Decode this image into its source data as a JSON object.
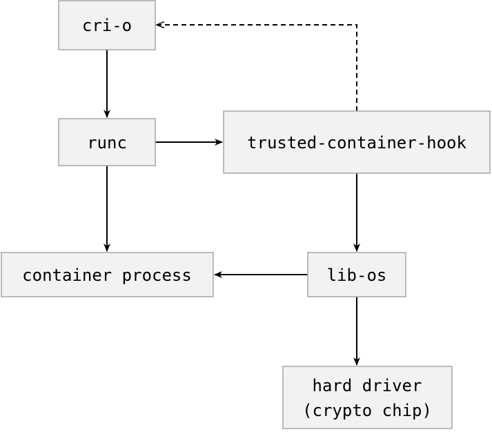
{
  "nodes": {
    "crio": "cri-o",
    "runc": "runc",
    "hook": "trusted-container-hook",
    "container": "container process",
    "libos": "lib-os",
    "hard_driver": {
      "line1": "hard driver",
      "line2": "(crypto chip)"
    }
  },
  "edges": [
    {
      "from": "cri-o",
      "to": "runc",
      "style": "solid"
    },
    {
      "from": "runc",
      "to": "trusted-container-hook",
      "style": "solid"
    },
    {
      "from": "runc",
      "to": "container process",
      "style": "solid"
    },
    {
      "from": "trusted-container-hook",
      "to": "cri-o",
      "style": "dashed"
    },
    {
      "from": "trusted-container-hook",
      "to": "lib-os",
      "style": "solid"
    },
    {
      "from": "lib-os",
      "to": "container process",
      "style": "solid"
    },
    {
      "from": "lib-os",
      "to": "hard driver (crypto chip)",
      "style": "solid"
    }
  ]
}
